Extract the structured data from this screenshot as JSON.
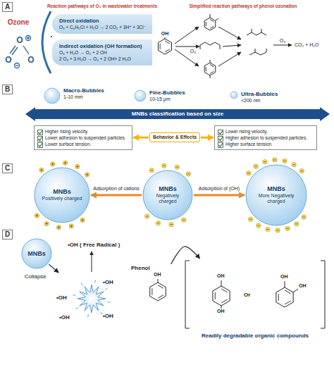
{
  "diagram": {
    "nodes": [
      {
        "text": [
          "Direct oxidation",
          "O₃ + C₆H₅Cl + H₂O → 2 CO₂ + 3H⁺ + 3Cl⁻"
        ]
      },
      {
        "text": [
          "Indirect oxidation (OH formation)",
          "O₃ + H₂O → O₂ + 2 OH",
          "2 O₃ + 3 H₂O → O₂ + 2 OH+ 2 H₂O"
        ]
      },
      {
        "text": [
          "Macro-Bubbles",
          "1-10 mm"
        ]
      },
      {
        "text": [
          "Fine-Bubbles",
          "10-15 μm"
        ]
      },
      {
        "text": [
          "Ultra-Bubbles",
          "<200 nm"
        ]
      },
      {
        "text": [
          "MNBs classification based on size"
        ]
      },
      {
        "text": [
          "Higher rising velocity.",
          "Lower adhesion to suspended particles.",
          "Lower surface tension."
        ]
      },
      {
        "text": [
          "Behavior & Effects"
        ]
      },
      {
        "text": [
          "Lower rising velocity.",
          "Higher adhesion to suspended particles.",
          "Higher surface tension."
        ]
      },
      {
        "text": [
          "MNBs",
          "Positively charged"
        ]
      },
      {
        "text": [
          "MNBs",
          "Negatively charged"
        ]
      },
      {
        "text": [
          "MNBs",
          "More Negatively charged"
        ]
      },
      {
        "text": [
          "MNBs"
        ]
      },
      {
        "text": [
          "•OH",
          "•OH",
          "•OH",
          "•OH"
        ]
      },
      {
        "text": [
          "OH",
          "Phenol"
        ]
      },
      {
        "text": [
          "OH",
          "OH",
          "Or",
          "OH",
          "OH",
          "Readily degradable organic compounds"
        ]
      }
    ],
    "edges": [
      {
        "from": 7,
        "to": 6,
        "arrow": "to"
      },
      {
        "from": 7,
        "to": 8,
        "arrow": "to"
      },
      {
        "from": 10,
        "to": 9,
        "label": "Adsorption of cations",
        "arrow": "to"
      },
      {
        "from": 10,
        "to": 11,
        "label": "Adsorption of (OH)",
        "arrow": "to"
      },
      {
        "from": 12,
        "to": 13,
        "label": "Collapse",
        "arrow": "to"
      },
      {
        "from": 14,
        "to": 15,
        "arrow": "to"
      }
    ],
    "labels": [
      "A",
      "Ozone",
      "O",
      "O",
      "O",
      "Reaction pathways of O₃ in wastewater treatments",
      "Simplified reaction pathways of phenol ozonation",
      "OH",
      "O₃",
      "O₃",
      "CO₂ + H₂O",
      "B",
      "C",
      "D",
      "•OH ( Free Radical )"
    ]
  }
}
